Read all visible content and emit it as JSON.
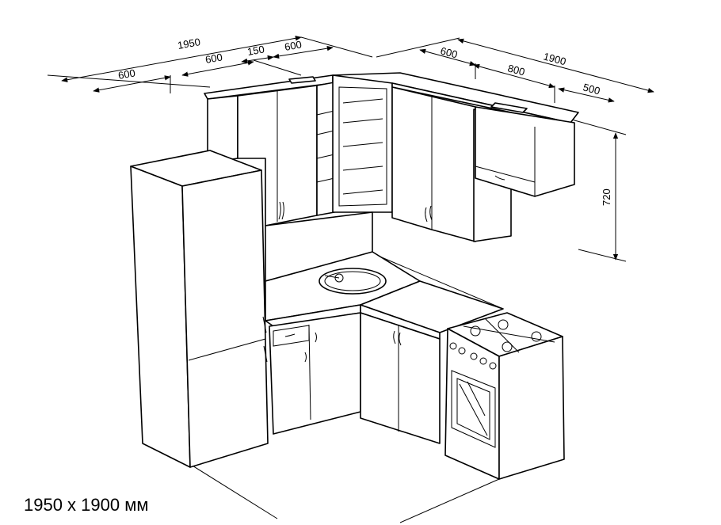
{
  "caption": "1950 x 1900 мм",
  "dimensions": {
    "total_left": "1950",
    "left_600_a": "600",
    "left_600_b": "600",
    "left_150": "150",
    "left_600_c": "600",
    "total_right": "1900",
    "right_600": "600",
    "right_800": "800",
    "right_500": "500",
    "height_720": "720"
  },
  "colors": {
    "line": "#000000",
    "background": "#ffffff"
  }
}
